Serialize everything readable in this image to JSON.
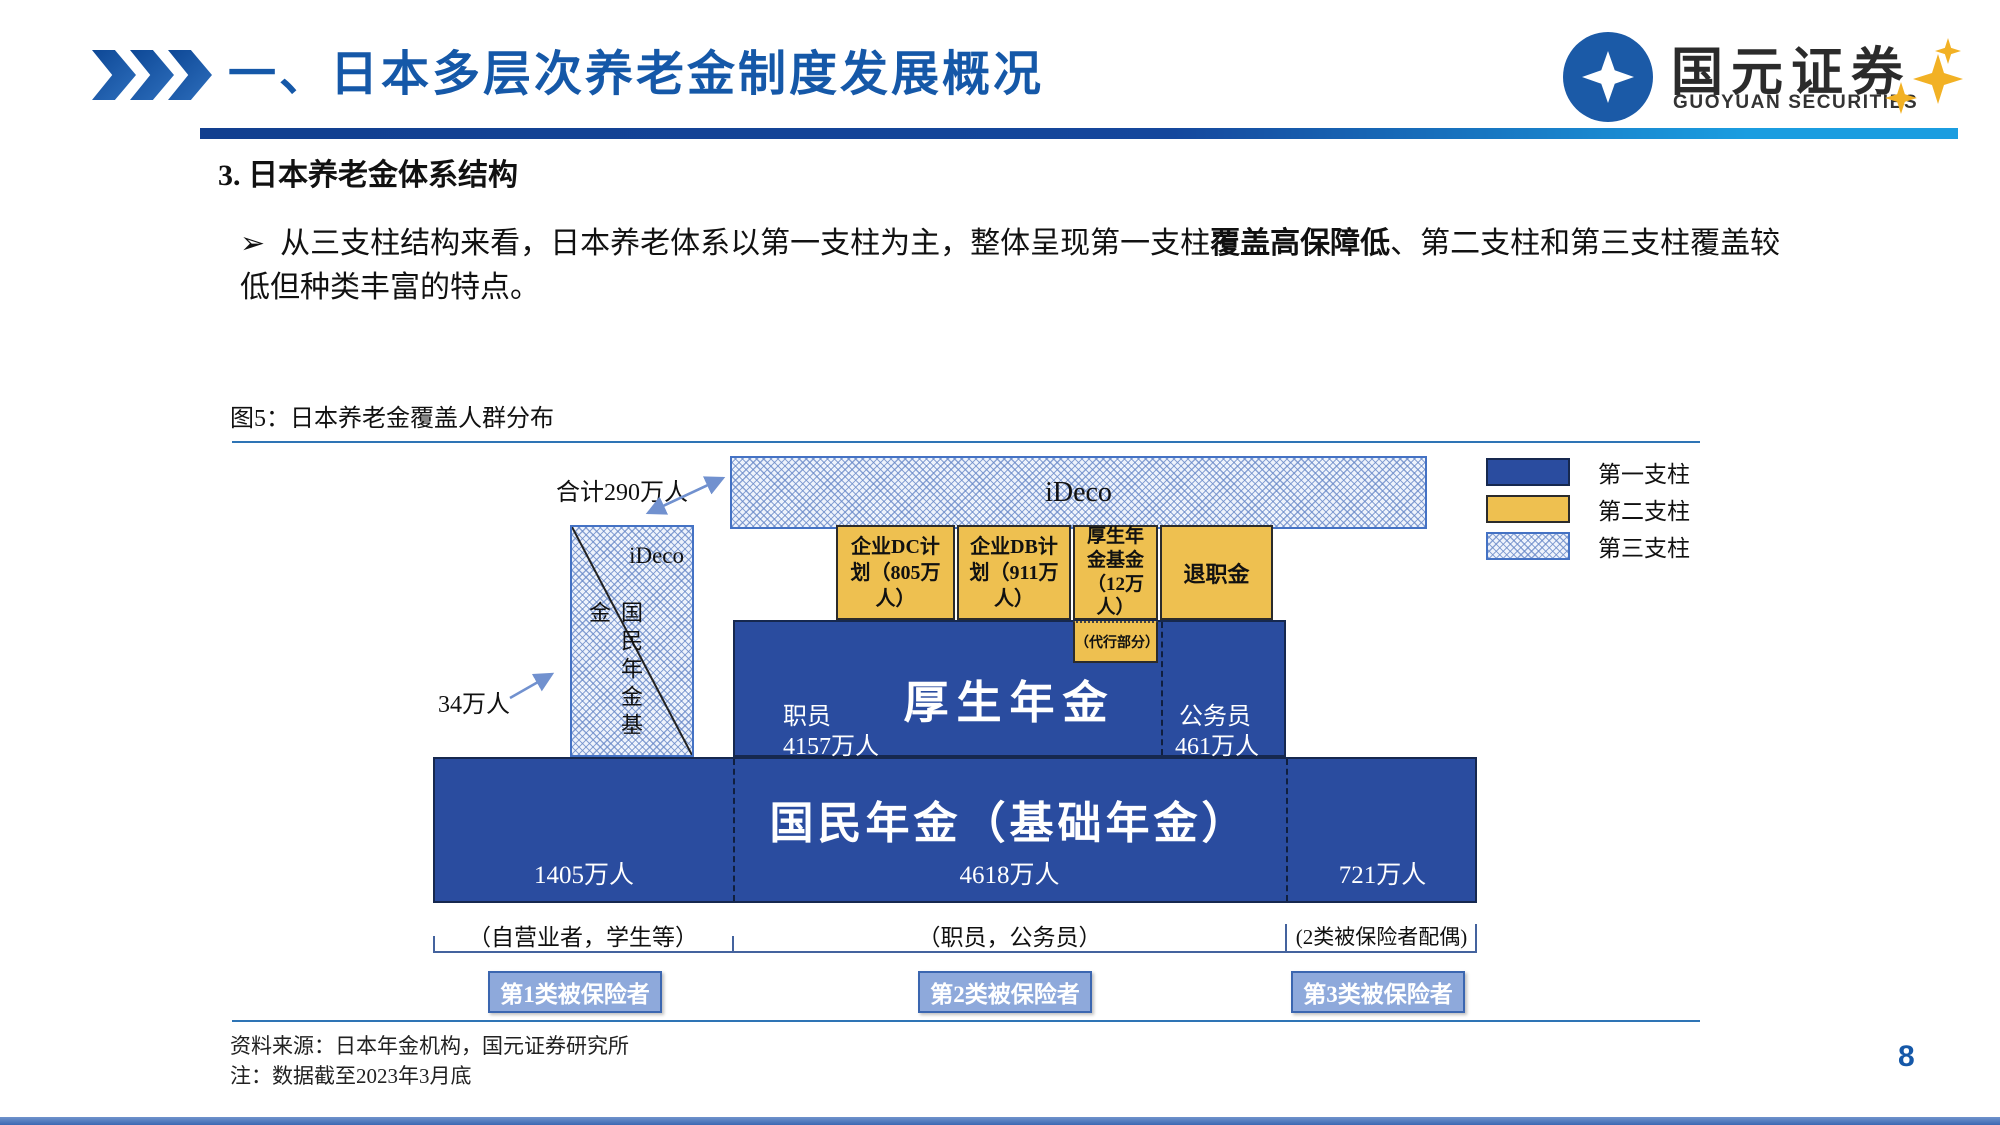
{
  "header": {
    "title": "一、日本多层次养老金制度发展概况",
    "logo_cn": "国元证券",
    "logo_en": "GUOYUAN SECURITIES"
  },
  "section": {
    "heading": "3. 日本养老金体系结构",
    "bullet_marker": "➢",
    "bullet_pre": "从三支柱结构来看，日本养老体系以第一支柱为主，整体呈现第一支柱",
    "bullet_bold": "覆盖高保障低",
    "bullet_post": "、第二支柱和第三支柱覆盖较低但种类丰富的特点。"
  },
  "figure": {
    "caption": "图5：日本养老金覆盖人群分布",
    "legend": [
      {
        "label": "第一支柱",
        "color": "#2a4c9f"
      },
      {
        "label": "第二支柱",
        "color": "#eec050"
      },
      {
        "label": "第三支柱",
        "color": "hatch-lightblue"
      }
    ],
    "annotation_total": "合计290万人",
    "annotation_npf": "34万人",
    "top_band_label": "iDeco",
    "left_column": {
      "ideco": "iDeco",
      "fund": "国民年金基金"
    },
    "tier2": {
      "dc": "企业DC计划（805万人）",
      "db": "企业DB计划（911万人）",
      "kosei_fund": "厚生年金基金（12万人）",
      "kosei_fund_sub": "（代行部分）",
      "retirement": "退职金"
    },
    "tier1_employee": {
      "title": "厚生年金",
      "left_role": "职员",
      "left_num": "4157万人",
      "right_role": "公务员",
      "right_num": "461万人"
    },
    "tier1_base": {
      "title": "国民年金（基础年金）",
      "num_left": "1405万人",
      "num_mid": "4618万人",
      "num_right": "721万人"
    },
    "groups": {
      "g1": "（自营业者，学生等）",
      "g2": "（职员，公务员）",
      "g3": "(2类被保险者配偶)"
    },
    "insured": {
      "c1": "第1类被保险者",
      "c2": "第2类被保险者",
      "c3": "第3类被保险者"
    },
    "source": "资料来源：日本年金机构，国元证券研究所",
    "note": "注：数据截至2023年3月底"
  },
  "page_number": "8",
  "colors": {
    "accent_blue": "#1558a8",
    "pillar1_fill": "#2a4c9f",
    "pillar2_fill": "#eec050",
    "pillar3_hatch": "#6888c7",
    "header_bar_start": "#123f8f",
    "header_bar_end": "#1b9de0",
    "insured_fill": "#8ea9db",
    "arrow": "#7191cf"
  }
}
